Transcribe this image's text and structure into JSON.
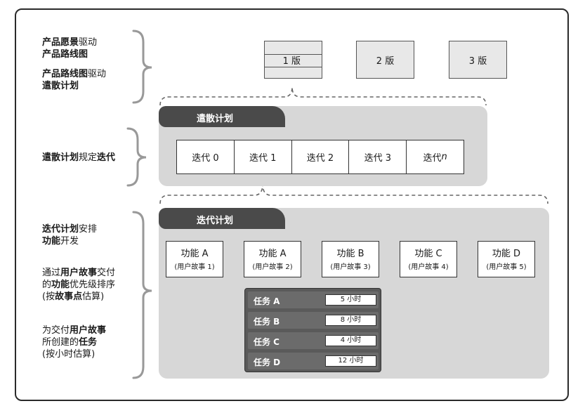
{
  "left_annotations": {
    "a1_line1_bold": "产品愿景",
    "a1_line1_rest": "驱动",
    "a1_line2_bold": "产品路线图",
    "a2_line1_bold": "产品路线图",
    "a2_line1_rest": "驱动",
    "a2_line2_bold": "遣散计划",
    "b_bold1": "遣散计划",
    "b_rest": "规定",
    "b_bold2": "迭代",
    "c_line1_bold": "迭代计划",
    "c_line1_rest": "安排",
    "c_line2_bold": "功能",
    "c_line2_rest": "开发",
    "d_line1_pre": "通过",
    "d_line1_bold": "用户故事",
    "d_line1_rest": "交付",
    "d_line2_pre": "的",
    "d_line2_bold": "功能",
    "d_line2_rest": "优先级排序",
    "d_line3_pre": "(按",
    "d_line3_bold": "故事点",
    "d_line3_rest": "估算)",
    "e_line1_pre": "为交付",
    "e_line1_bold": "用户故事",
    "e_line2_pre": "所创建的",
    "e_line2_bold": "任务",
    "e_line3": "(按小时估算)"
  },
  "releases": [
    "1 版",
    "2 版",
    "3 版"
  ],
  "release_panel": {
    "tab_label": "遣散计划"
  },
  "iterations": [
    "迭代 0",
    "迭代 1",
    "迭代 2",
    "迭代 3",
    "迭代 n"
  ],
  "iteration_panel": {
    "tab_label": "迭代计划"
  },
  "features": [
    {
      "name": "功能 A",
      "story": "(用户故事 1)"
    },
    {
      "name": "功能 A",
      "story": "(用户故事 2)"
    },
    {
      "name": "功能 B",
      "story": "(用户故事 3)"
    },
    {
      "name": "功能 C",
      "story": "(用户故事 4)"
    },
    {
      "name": "功能 D",
      "story": "(用户故事 5)"
    }
  ],
  "tasks": [
    {
      "name": "任务 A",
      "estimate": "5 小时"
    },
    {
      "name": "任务 B",
      "estimate": "8 小时"
    },
    {
      "name": "任务 C",
      "estimate": "4 小时"
    },
    {
      "name": "任务 D",
      "estimate": "12 小时"
    }
  ],
  "colors": {
    "panel": "#d7d7d7",
    "tab": "#4a4a4a",
    "task_box": "#5a5a5a",
    "arrow": "#888888"
  }
}
